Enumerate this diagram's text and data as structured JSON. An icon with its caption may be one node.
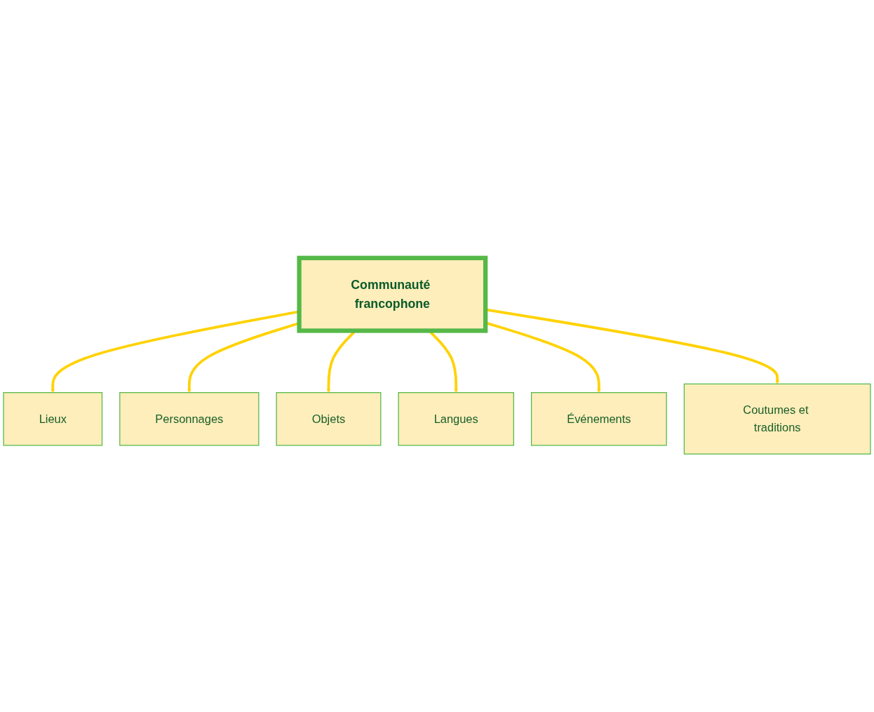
{
  "diagram": {
    "nodes": [
      {
        "text": [
          "Lieux"
        ]
      },
      {
        "text": [
          "Personnages"
        ]
      },
      {
        "text": [
          "Communauté francophone"
        ]
      },
      {
        "text": [
          "Objets"
        ]
      },
      {
        "text": [
          "Langues"
        ]
      },
      {
        "text": [
          "Événements"
        ]
      },
      {
        "text": [
          "Coutumes et traditions"
        ]
      }
    ],
    "edges": [
      {
        "from": 2,
        "to": 0,
        "arrow": "to"
      },
      {
        "from": 2,
        "to": 1,
        "arrow": "to"
      },
      {
        "from": 2,
        "to": 3,
        "arrow": "to"
      },
      {
        "from": 2,
        "to": 4,
        "arrow": "to"
      },
      {
        "from": 2,
        "to": 5,
        "arrow": "to"
      },
      {
        "from": 2,
        "to": 6,
        "arrow": "to"
      }
    ]
  }
}
